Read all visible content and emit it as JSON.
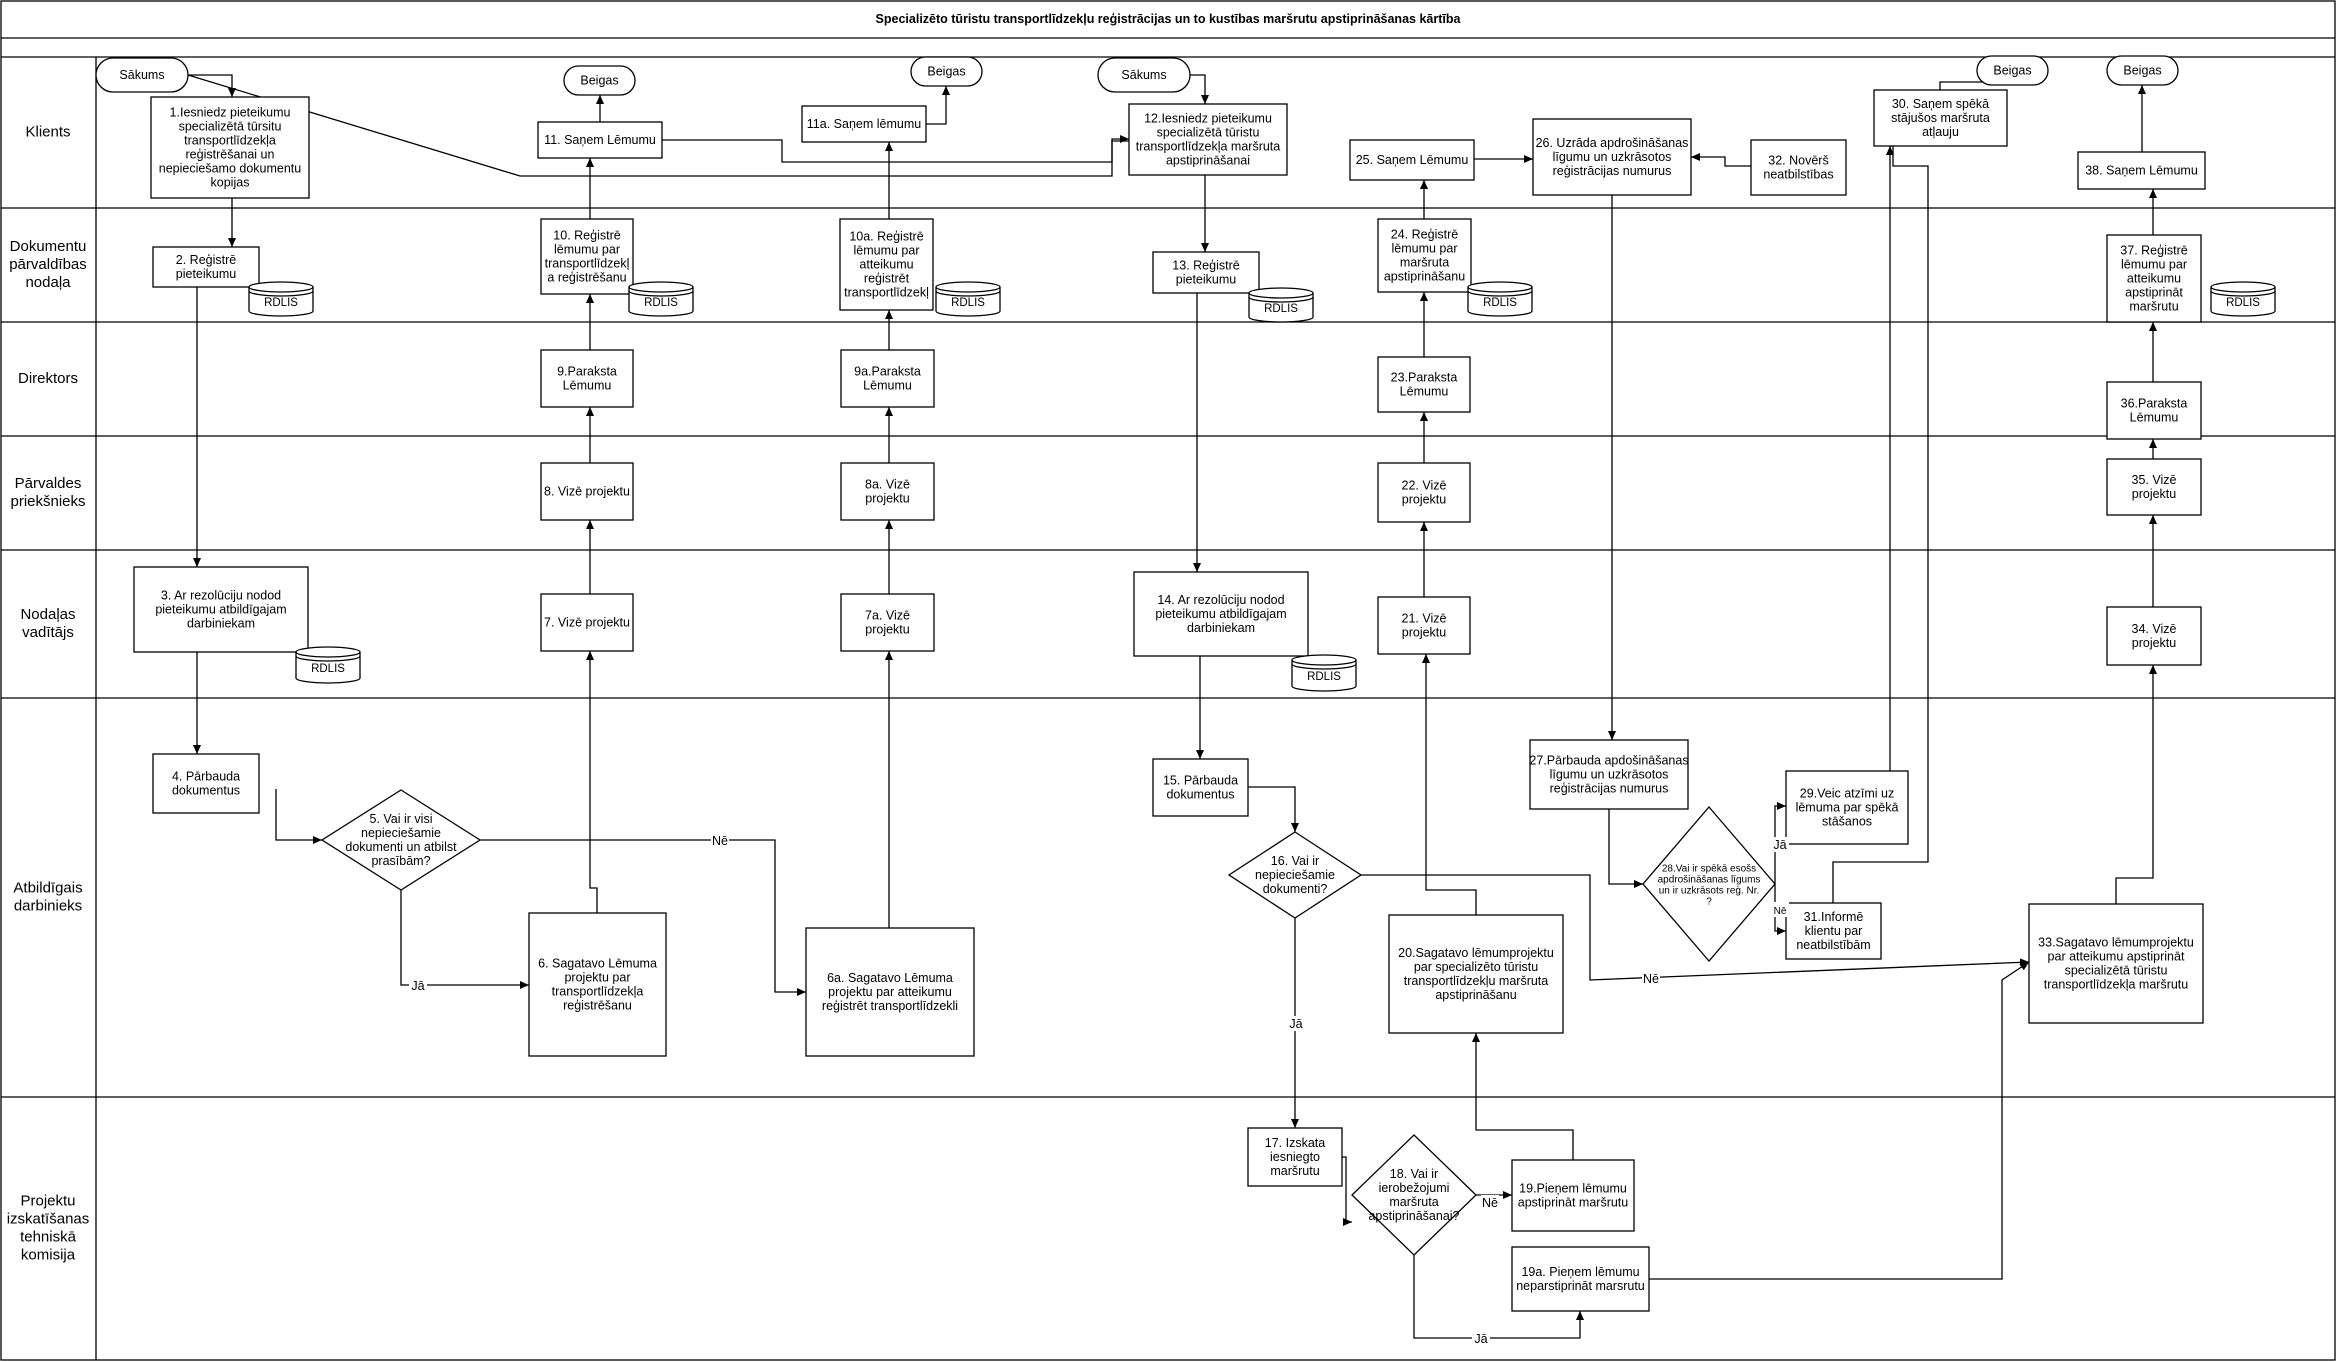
{
  "title": "Specializēto tūristu transportlīdzekļu reģistrācijas un to kustības maršrutu apstiprināšanas kārtība",
  "lanes": [
    "Klients",
    "Dokumentu\npārvaldības\nnodaļa",
    "Direktors",
    "Pārvaldes\npriekšnieks",
    "Nodaļas\nvadītājs",
    "Atbildīgais\ndarbinieks",
    "Projektu\nizskatīšanas\ntehniskā\nkomisija"
  ],
  "terminals": {
    "start1": "Sākums",
    "start2": "Sākums",
    "end1": "Beigas",
    "end2": "Beigas",
    "end3": "Beigas",
    "end4": "Beigas"
  },
  "steps": {
    "s1": "1.Iesniedz pieteikumu\nspecializētā tūrsitu\ntransportlīdzekļa\nreģistrēšanai un\nnepieciešamo dokumentu\nkopijas",
    "s2": "2. Reģistrē\npieteikumu",
    "s3": "3. Ar rezolūciju nodod\npieteikumu atbildīgajam\ndarbiniekam",
    "s4": "4. Pārbauda\ndokumentus",
    "s5": "5. Vai ir visi\nnepieciešamie\ndokumenti un atbilst\nprasībām?",
    "s6": "6. Sagatavo Lēmuma\nprojektu  par\ntransportlīdzekļa\nreģistrēšanu",
    "s6a": "6a. Sagatavo Lēmuma\nprojektu  par atteikumu\nreģistrēt transportlīdzekli",
    "s7": "7. Vizē projektu",
    "s7a": "7a. Vizē\nprojektu",
    "s8": "8. Vizē projektu",
    "s8a": "8a. Vizē\nprojektu",
    "s9": "9.Paraksta\nLēmumu",
    "s9a": "9a.Paraksta\nLēmumu",
    "s10": "10. Reģistrē\nlēmumu par\ntransportlīdzekļ\na reģistrēšanu",
    "s10a": "10a. Reģistrē\nlēmumu par\natteikumu\nreģistrēt\ntransportlīdzekļ",
    "s11": "11. Saņem Lēmumu",
    "s11a": "11a. Saņem lēmumu",
    "s12": "12.Iesniedz pieteikumu\nspecializētā tūristu\ntransportlīdzekļa maršruta\napstiprināšanai",
    "s13": "13. Reģistrē\npieteikumu",
    "s14": "14. Ar rezolūciju nodod\npieteikumu atbildīgajam\ndarbiniekam",
    "s15": "15. Pārbauda\ndokumentus",
    "s16": "16. Vai ir\nnepieciešamie\ndokumenti?",
    "s17": "17. Izskata\niesniegto\nmaršrutu",
    "s18": "18. Vai ir\nierobežojumi\nmaršruta\napstiprināšanai?",
    "s19": "19.Pieņem lēmumu\napstiprināt maršrutu",
    "s19a": "19a. Pieņem lēmumu\nneparstiprināt marsrutu",
    "s20": "20.Sagatavo lēmumprojektu\npar specializēto tūristu\ntransportlīdzekļu maršruta\napstiprināšanu",
    "s21": "21. Vizē\nprojektu",
    "s22": "22. Vizē\nprojektu",
    "s23": "23.Paraksta\nLēmumu",
    "s24": "24. Reģistrē\nlēmumu par\nmaršruta\napstiprināšanu",
    "s25": "25. Saņem Lēmumu",
    "s26": "26. Uzrāda apdrošināšanas\nlīgumu un uzkrāsotos\nreģistrācijas numurus",
    "s27": "27.Pārbauda apdošināšanas\nlīgumu un uzkrāsotos\nreģistrācijas numurus",
    "s28": "28.Vai ir spēkā esošs\napdrošināšanas līgums\nun ir uzkrāsots reģ. Nr.\n?",
    "s29": "29.Veic atzīmi uz\nlēmuma par spēkā\nstāšanos",
    "s30": "30. Saņem spēkā\nstājušos maršruta\natļauju",
    "s31": "31.Informē\nklientu par\nneatbilstībām",
    "s32": "32. Novērš\nneatbilstības",
    "s33": "33.Sagatavo lēmumprojektu\npar atteikumu apstiprināt\nspecializētā tūristu\ntransportlīdzekļa maršrutu",
    "s34": "34. Vizē\nprojektu",
    "s35": "35. Vizē\nprojektu",
    "s36": "36.Paraksta\nLēmumu",
    "s37": "37. Reģistrē\nlēmumu par\natteikumu\napstiprināt\nmaršrutu",
    "s38": "38. Saņem Lēmumu"
  },
  "database_label": "RDLIS",
  "edge_labels": {
    "yes": "Jā",
    "no": "Nē"
  }
}
